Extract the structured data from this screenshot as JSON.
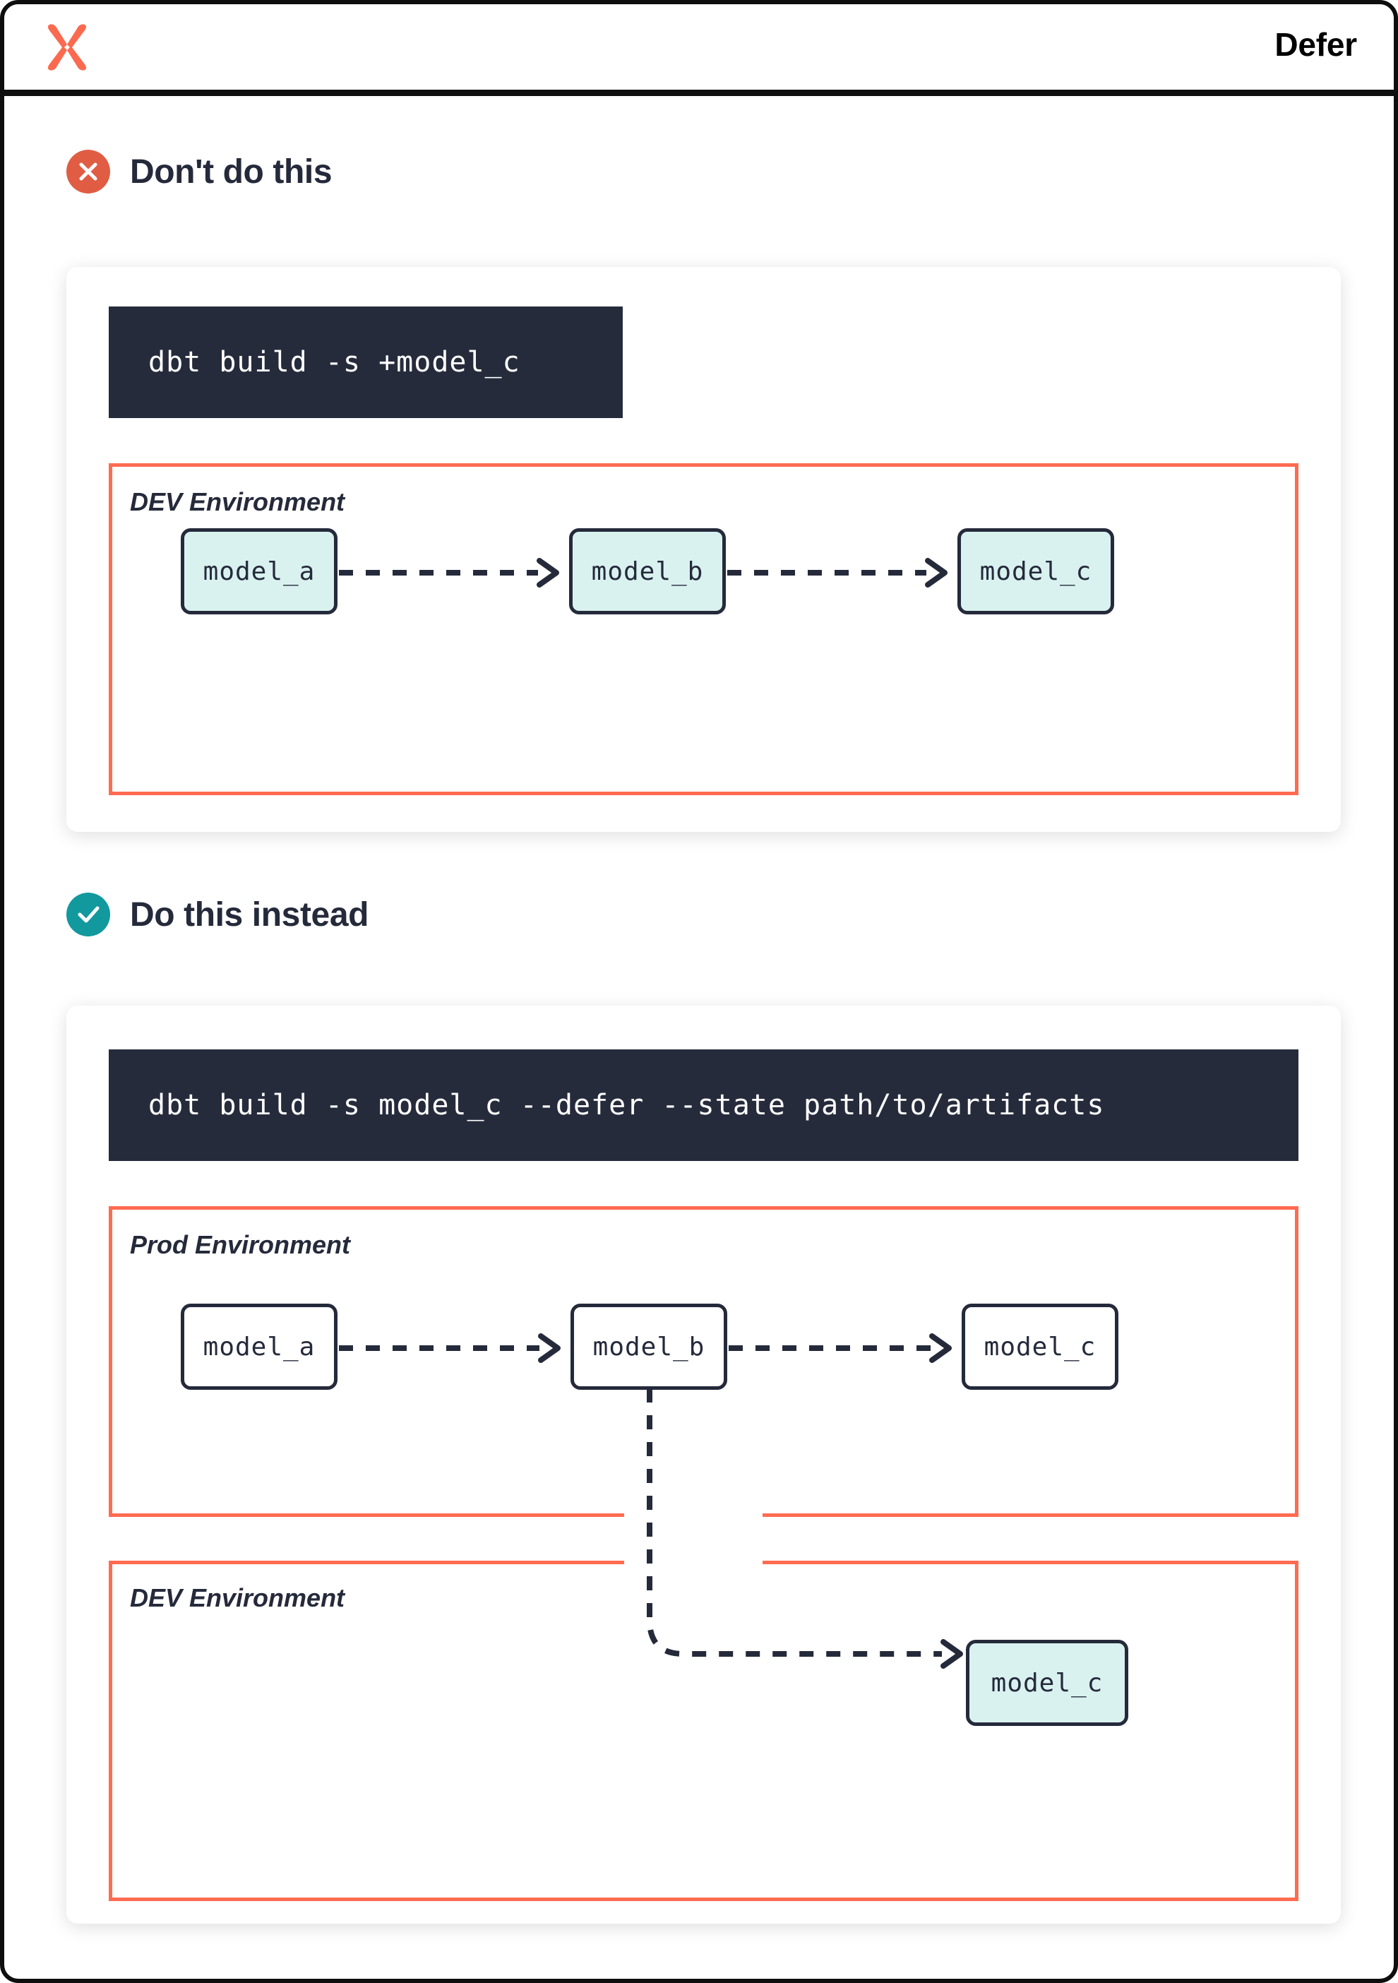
{
  "header": {
    "title": "Defer",
    "logo_icon": "dbt-logo-icon"
  },
  "colors": {
    "accent_orange": "#FF6B51",
    "logo_orange": "#FB6A4F",
    "bad_badge": "#E05D44",
    "good_badge": "#11999E",
    "ink": "#252A3B",
    "code_bg": "#262B3C",
    "node_teal": "#D9F2F0",
    "node_white": "#FFFFFF"
  },
  "sections": [
    {
      "key": "dont",
      "badge_icon": "x-circle-icon",
      "title": "Don't do this",
      "command": "dbt build -s +model_c",
      "environments": [
        {
          "label": "DEV Environment",
          "nodes": [
            {
              "label": "model_a",
              "style": "teal"
            },
            {
              "label": "model_b",
              "style": "teal"
            },
            {
              "label": "model_c",
              "style": "teal"
            }
          ]
        }
      ]
    },
    {
      "key": "do",
      "badge_icon": "check-circle-icon",
      "title": "Do this instead",
      "command": "dbt build -s model_c --defer --state path/to/artifacts",
      "environments": [
        {
          "label": "Prod Environment",
          "nodes": [
            {
              "label": "model_a",
              "style": "white"
            },
            {
              "label": "model_b",
              "style": "white"
            },
            {
              "label": "model_c",
              "style": "white"
            }
          ]
        },
        {
          "label": "DEV Environment",
          "nodes": [
            {
              "label": "model_c",
              "style": "teal"
            }
          ]
        }
      ]
    }
  ]
}
